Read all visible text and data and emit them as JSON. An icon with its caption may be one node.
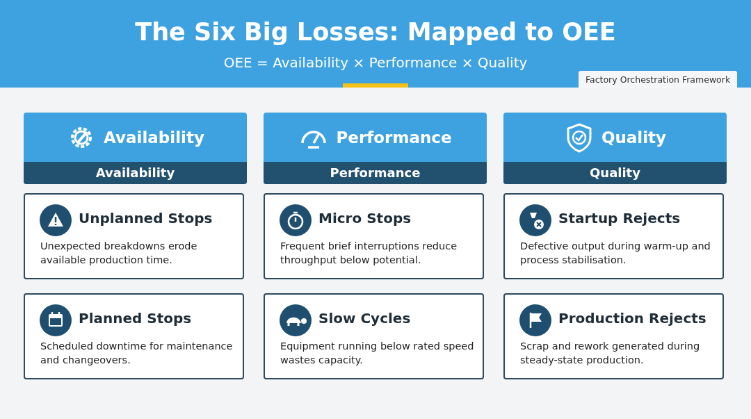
{
  "diagram": {
    "title": "The Six Big Losses: Mapped to OEE",
    "nodes": [
      {
        "text": [
          "Availability",
          "Availability"
        ]
      },
      {
        "text": [
          "Performance",
          "Performance"
        ]
      },
      {
        "text": [
          "Quality",
          "Quality"
        ]
      },
      {
        "text": [
          "Unplanned Stops",
          "Unexpected breakdowns erode available production time."
        ]
      },
      {
        "text": [
          "Micro Stops",
          "Frequent brief interruptions reduce throughput below potential."
        ]
      },
      {
        "text": [
          "Startup Rejects",
          "Defective output during warm-up and process stabilisation."
        ]
      },
      {
        "text": [
          "Planned Stops",
          "Scheduled downtime for maintenance and changeovers."
        ]
      },
      {
        "text": [
          "Slow Cycles",
          "Equipment running below rated speed wastes capacity."
        ]
      },
      {
        "text": [
          "Production Rejects",
          "Scrap and rework generated during steady-state production."
        ]
      }
    ],
    "labels": [
      "OEE = Availability × Performance × Quality",
      "Factory Orchestration Framework"
    ]
  }
}
